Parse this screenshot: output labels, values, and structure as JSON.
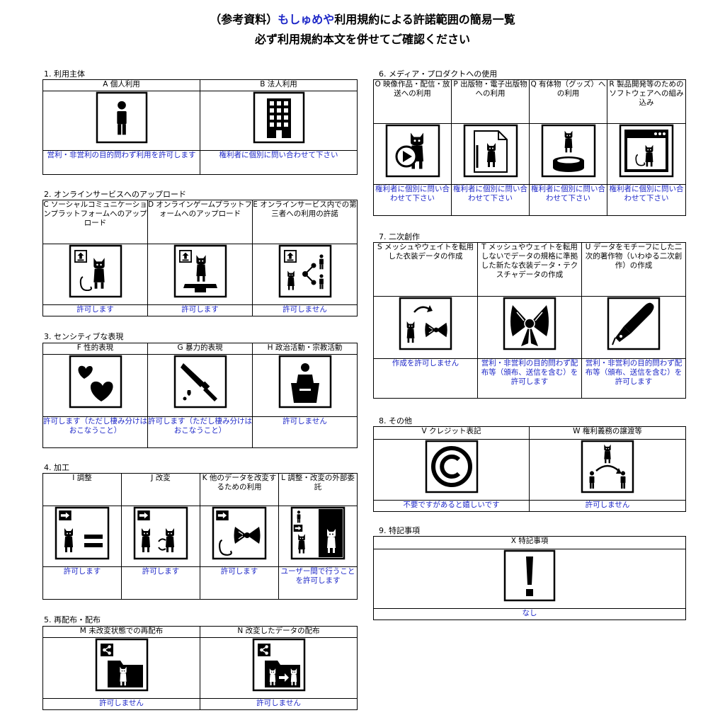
{
  "title_line1_pre": "（参考資料）",
  "title_line1_highlight": "もしゅめや",
  "title_line1_post": "利用規約による許諾範囲の簡易一覧",
  "title_line2": "必ず利用規約本文を併せてご確認ください",
  "sections": [
    {
      "title": "1. 利用主体",
      "items": [
        {
          "head": "A 個人利用",
          "icon": "person-icon",
          "perm": "営利・非営利の目的問わず利用を許可します"
        },
        {
          "head": "B 法人利用",
          "icon": "building-icon",
          "perm": "権利者に個別に問い合わせて下さい"
        }
      ]
    },
    {
      "title": "2. オンラインサービスへのアップロード",
      "items": [
        {
          "head": "C ソーシャルコミュニケーションプラットフォームへのアップロード",
          "icon": "upload-social-icon",
          "perm": "許可します"
        },
        {
          "head": "D オンラインゲームプラットフォームへのアップロード",
          "icon": "upload-game-icon",
          "perm": "許可します"
        },
        {
          "head": "E オンラインサービス内での第三者への利用の許諾",
          "icon": "upload-share-third-party-icon",
          "perm": "許可しません"
        }
      ]
    },
    {
      "title": "3. センシティブな表現",
      "items": [
        {
          "head": "F 性的表現",
          "icon": "hearts-icon",
          "perm": "許可します（ただし棲み分けはおこなうこと）"
        },
        {
          "head": "G 暴力的表現",
          "icon": "knife-icon",
          "perm": "許可します（ただし棲み分けはおこなうこと）"
        },
        {
          "head": "H 政治活動・宗教活動",
          "icon": "podium-speaker-icon",
          "perm": "許可しません"
        }
      ]
    },
    {
      "title": "4. 加工",
      "items": [
        {
          "head": "I 調整",
          "icon": "adjust-equal-icon",
          "perm": "許可します"
        },
        {
          "head": "J 改変",
          "icon": "modify-icon",
          "perm": "許可します"
        },
        {
          "head": "K 他のデータを改変するための利用",
          "icon": "modify-other-data-icon",
          "perm": "許可します"
        },
        {
          "head": "L 調整・改変の外部委託",
          "icon": "outsource-icon",
          "perm": "ユーザー間で行うことを許可します"
        }
      ]
    },
    {
      "title": "5. 再配布・配布",
      "items": [
        {
          "head": "M 未改変状態での再配布",
          "icon": "share-folder-icon",
          "perm": "許可しません"
        },
        {
          "head": "N 改変したデータの配布",
          "icon": "share-modified-folder-icon",
          "perm": "許可しません"
        }
      ]
    },
    {
      "title": "6. メディア・プロダクトへの使用",
      "items": [
        {
          "head": "O 映像作品・配信・放送への利用",
          "icon": "video-play-icon",
          "perm": "権利者に個別に問い合わせて下さい"
        },
        {
          "head": "P 出版物・電子出版物への利用",
          "icon": "publication-icon",
          "perm": "権利者に個別に問い合わせて下さい"
        },
        {
          "head": "Q 有体物（グッズ）への利用",
          "icon": "figure-goods-icon",
          "perm": "権利者に個別に問い合わせて下さい"
        },
        {
          "head": "R 製品開発等のためのソフトウェアへの組み込み",
          "icon": "software-window-icon",
          "perm": "権利者に個別に問い合わせて下さい"
        }
      ]
    },
    {
      "title": "7. 二次創作",
      "items": [
        {
          "head": "S メッシュやウェイトを転用した衣装データの作成",
          "icon": "convert-costume-icon",
          "perm": "作成を許可しません"
        },
        {
          "head": "T メッシュやウェイトを転用しないでデータの規格に準拠した新たな衣装データ・テクスチャデータの作成",
          "icon": "costume-icon",
          "perm": "営利・非営利の目的問わず配布等（頒布、送信を含む）を許可します"
        },
        {
          "head": "U データをモチーフにした二次的著作物（いわゆる二次創作）の作成",
          "icon": "pen-nib-icon",
          "perm": "営利・非営利の目的問わず配布等（頒布、送信を含む）を許可します"
        }
      ]
    },
    {
      "title": "8. その他",
      "items": [
        {
          "head": "V クレジット表記",
          "icon": "copyright-icon",
          "perm": "不要ですがあると嬉しいです"
        },
        {
          "head": "W 権利義務の譲渡等",
          "icon": "transfer-rights-icon",
          "perm": "許可しません"
        }
      ]
    },
    {
      "title": "9. 特記事項",
      "items": [
        {
          "head": "X 特記事項",
          "icon": "exclamation-icon",
          "perm": "なし"
        }
      ]
    }
  ]
}
